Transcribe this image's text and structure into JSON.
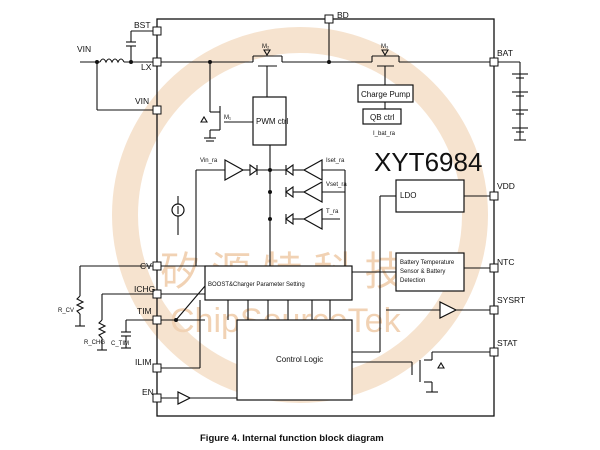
{
  "title": "XYT6984",
  "caption": "Figure 4. Internal function block diagram",
  "watermark": {
    "cn_text": "矽 源 特 科 技",
    "en_text": "ChipSourceTek"
  },
  "pins": {
    "bst": "BST",
    "bd": "BD",
    "vin_ext": "VIN",
    "lx": "LX",
    "vin": "VIN",
    "bat": "BAT",
    "vdd": "VDD",
    "cv": "CV",
    "ichg": "ICHG",
    "ntc": "NTC",
    "tim": "TIM",
    "sysrt": "SYSRT",
    "stat": "STAT",
    "ilim": "ILIM",
    "en": "EN"
  },
  "blocks": {
    "pwm_ctrl": "PWM ctrl",
    "charge_pump": "Charge Pump",
    "qb_ctrl": "QB ctrl",
    "ldo": "LDO",
    "battery_sensor": [
      "Battery Temperature",
      "Sensor & Battery",
      "Detection"
    ],
    "boost_params": "BOOST&Charger Parameter Setting",
    "control_logic": "Control Logic"
  },
  "signals": {
    "m1": "M₁",
    "m2": "M₂",
    "m3": "M₃",
    "ibat_ra": "I_bat_ra",
    "vin_ra": "Vin_ra",
    "iset_ra": "Iset_ra",
    "vset_ra": "Vset_ra",
    "t_ra": "T_ra"
  },
  "components": {
    "rcv": "R_CV",
    "rchg": "R_CHG",
    "ctm": "C_TIM"
  }
}
